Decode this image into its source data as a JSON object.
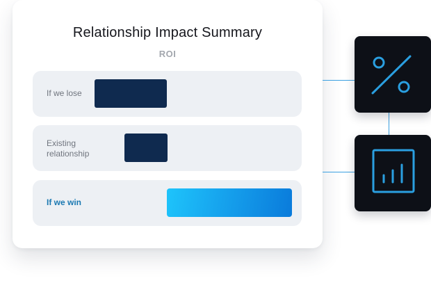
{
  "card": {
    "title": "Relationship Impact Summary",
    "subtitle": "ROI"
  },
  "rows": [
    {
      "label": "If we lose",
      "bar_color": "#0f2a4f"
    },
    {
      "label": "Existing relationship",
      "bar_color": "#0f2a4f"
    },
    {
      "label": "If we win",
      "bar_color": "#18a8f0",
      "label_color": "#1b79b2"
    }
  ],
  "icons": {
    "top": "percent-icon",
    "bottom": "bar-chart-icon",
    "accent_color": "#2a9fe0"
  }
}
